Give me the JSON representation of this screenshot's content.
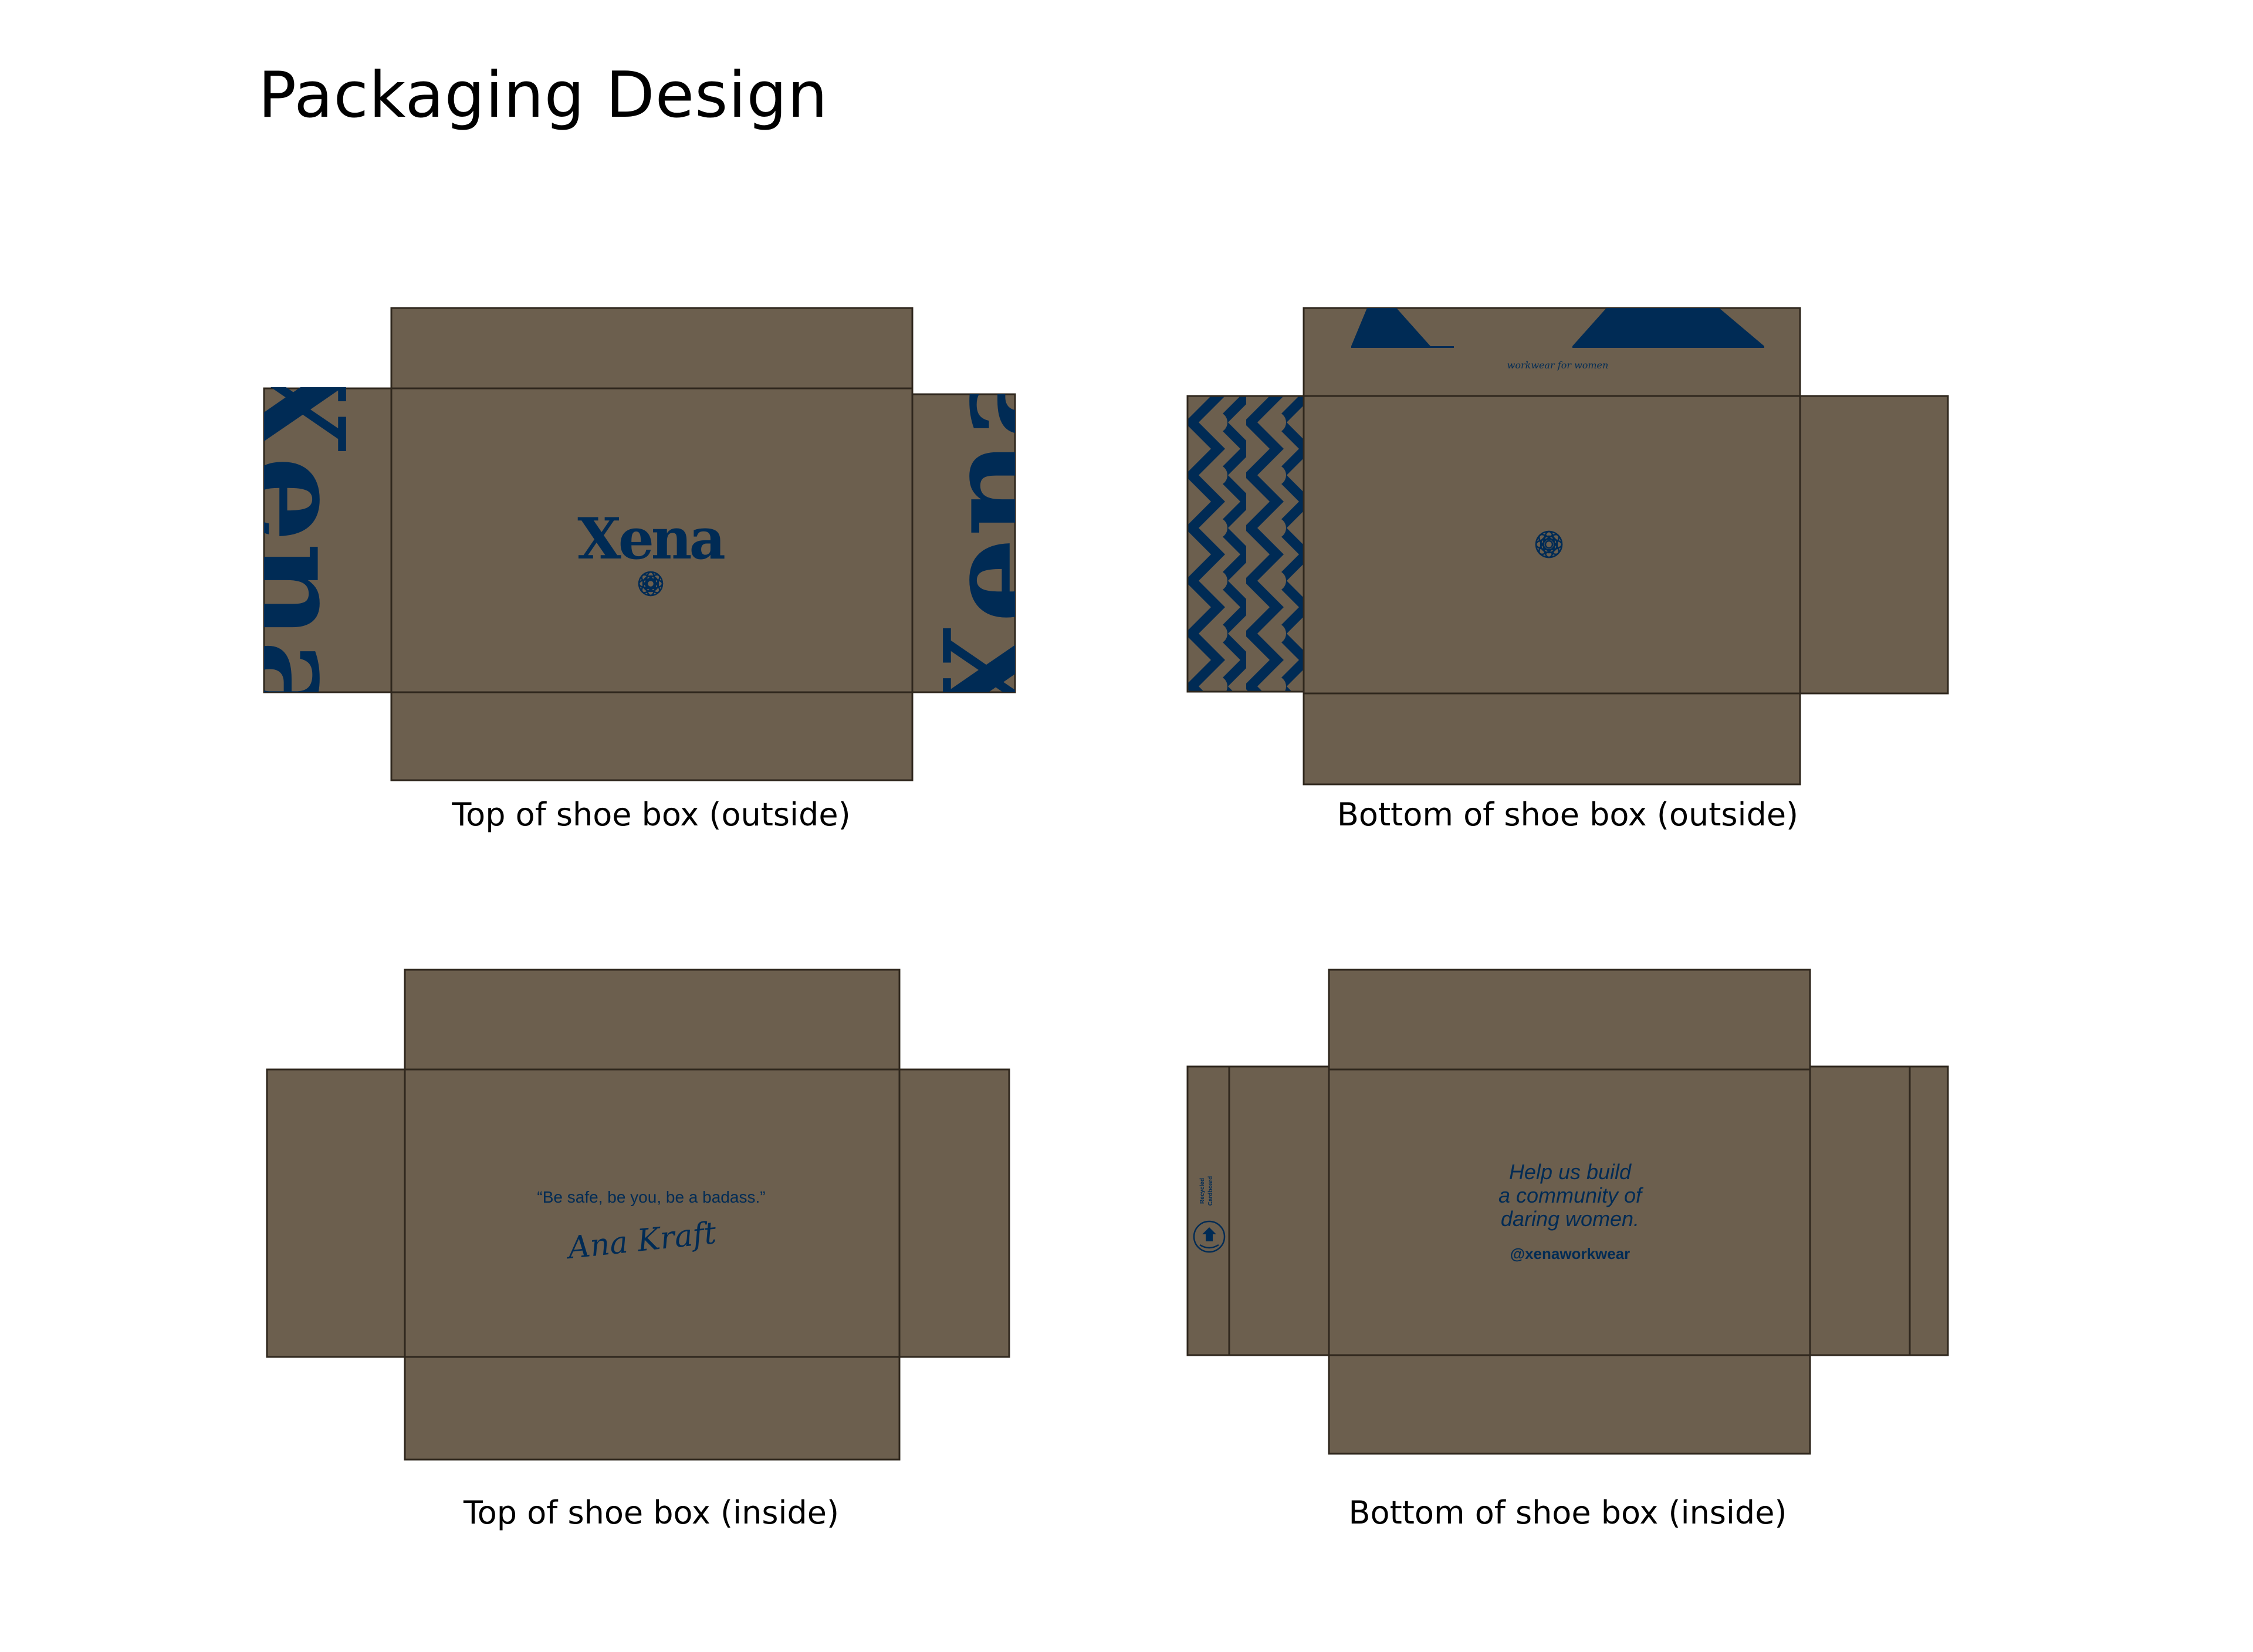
{
  "title": "Packaging Design",
  "colors": {
    "kraft": "#6c5f4e",
    "navy": "#002b55",
    "fold_line": "#2f271d",
    "background": "#ffffff"
  },
  "panels": {
    "top_outside": {
      "caption": "Top of shoe box (outside)",
      "logo_text": "Xena",
      "side_text": "Xena",
      "rosette_icon": "rosette-icon"
    },
    "bottom_outside": {
      "caption": "Bottom of shoe box (outside)",
      "flap_text": "workwear for women",
      "rosette_icon": "rosette-icon",
      "pattern_icon": "chevron-pattern"
    },
    "top_inside": {
      "caption": "Top of shoe box (inside)",
      "quote": "“Be safe,  be you, be a badass.”",
      "signature": "Ana Kraft"
    },
    "bottom_inside": {
      "caption": "Bottom of shoe box (inside)",
      "message_lines": [
        "Help us build",
        "a community of",
        "daring women."
      ],
      "handle": "@xenaworkwear",
      "recycled_lines": [
        "Recycled",
        "Cardboard"
      ],
      "recycle_icon": "recycle-icon"
    }
  }
}
